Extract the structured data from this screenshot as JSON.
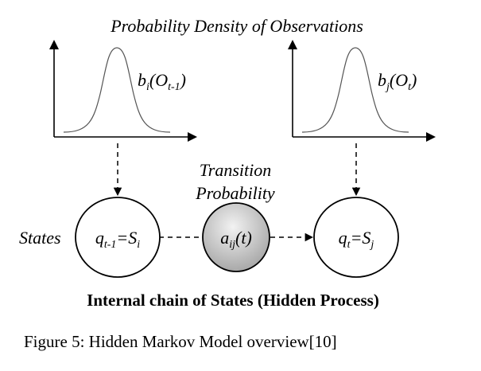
{
  "header": {
    "title": "Probability Density of Observations"
  },
  "density_left": {
    "label_main": "b",
    "label_sub": "i",
    "label_paren_open": "(O",
    "label_paren_sub": "t-1",
    "label_paren_close": ")"
  },
  "density_right": {
    "label_main": "b",
    "label_sub": "j",
    "label_paren_open": "(O",
    "label_paren_sub": "t",
    "label_paren_close": ")"
  },
  "transition": {
    "line1": "Transition",
    "line2": "Probability"
  },
  "states_label": "States",
  "nodes": {
    "prev_state": {
      "q": "q",
      "q_sub": "t-1",
      "eq": "=S",
      "s_sub": "i"
    },
    "transition_node": {
      "a": "a",
      "a_sub": "ij",
      "paren": "(t)"
    },
    "curr_state": {
      "q": "q",
      "q_sub": "t",
      "eq": "=S",
      "s_sub": "j"
    }
  },
  "chain_title": "Internal chain of States (Hidden Process)",
  "caption": "Figure 5: Hidden Markov Model overview[10]",
  "colors": {
    "stroke": "#000000",
    "curve": "#555555",
    "transition_node_fill_top": "#f2f2f2",
    "transition_node_fill_bottom": "#a8a8a8"
  }
}
